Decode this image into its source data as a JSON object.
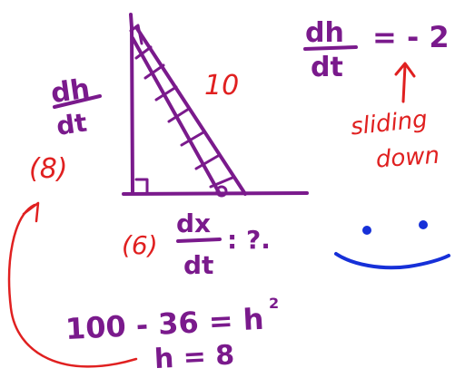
{
  "colors": {
    "purple": "#7a1a8c",
    "red": "#e02020",
    "blue": "#1630d8",
    "background": "#ffffff"
  },
  "ladder": {
    "length_label": "10",
    "base_label": "(6)",
    "height_label": "(8)"
  },
  "rates": {
    "left": {
      "numerator": "dh",
      "denominator": "dt"
    },
    "top_right": {
      "numerator": "dh",
      "denominator": "dt",
      "value": "= - 2"
    },
    "bottom": {
      "numerator": "dx",
      "denominator": "dt",
      "value": ": ?."
    }
  },
  "note": {
    "line1": "sliding",
    "line2": "down"
  },
  "work": {
    "line1": "100 - 36 = h",
    "exponent": "2",
    "line2": "h = 8"
  },
  "face": {
    "name": "smiley"
  }
}
